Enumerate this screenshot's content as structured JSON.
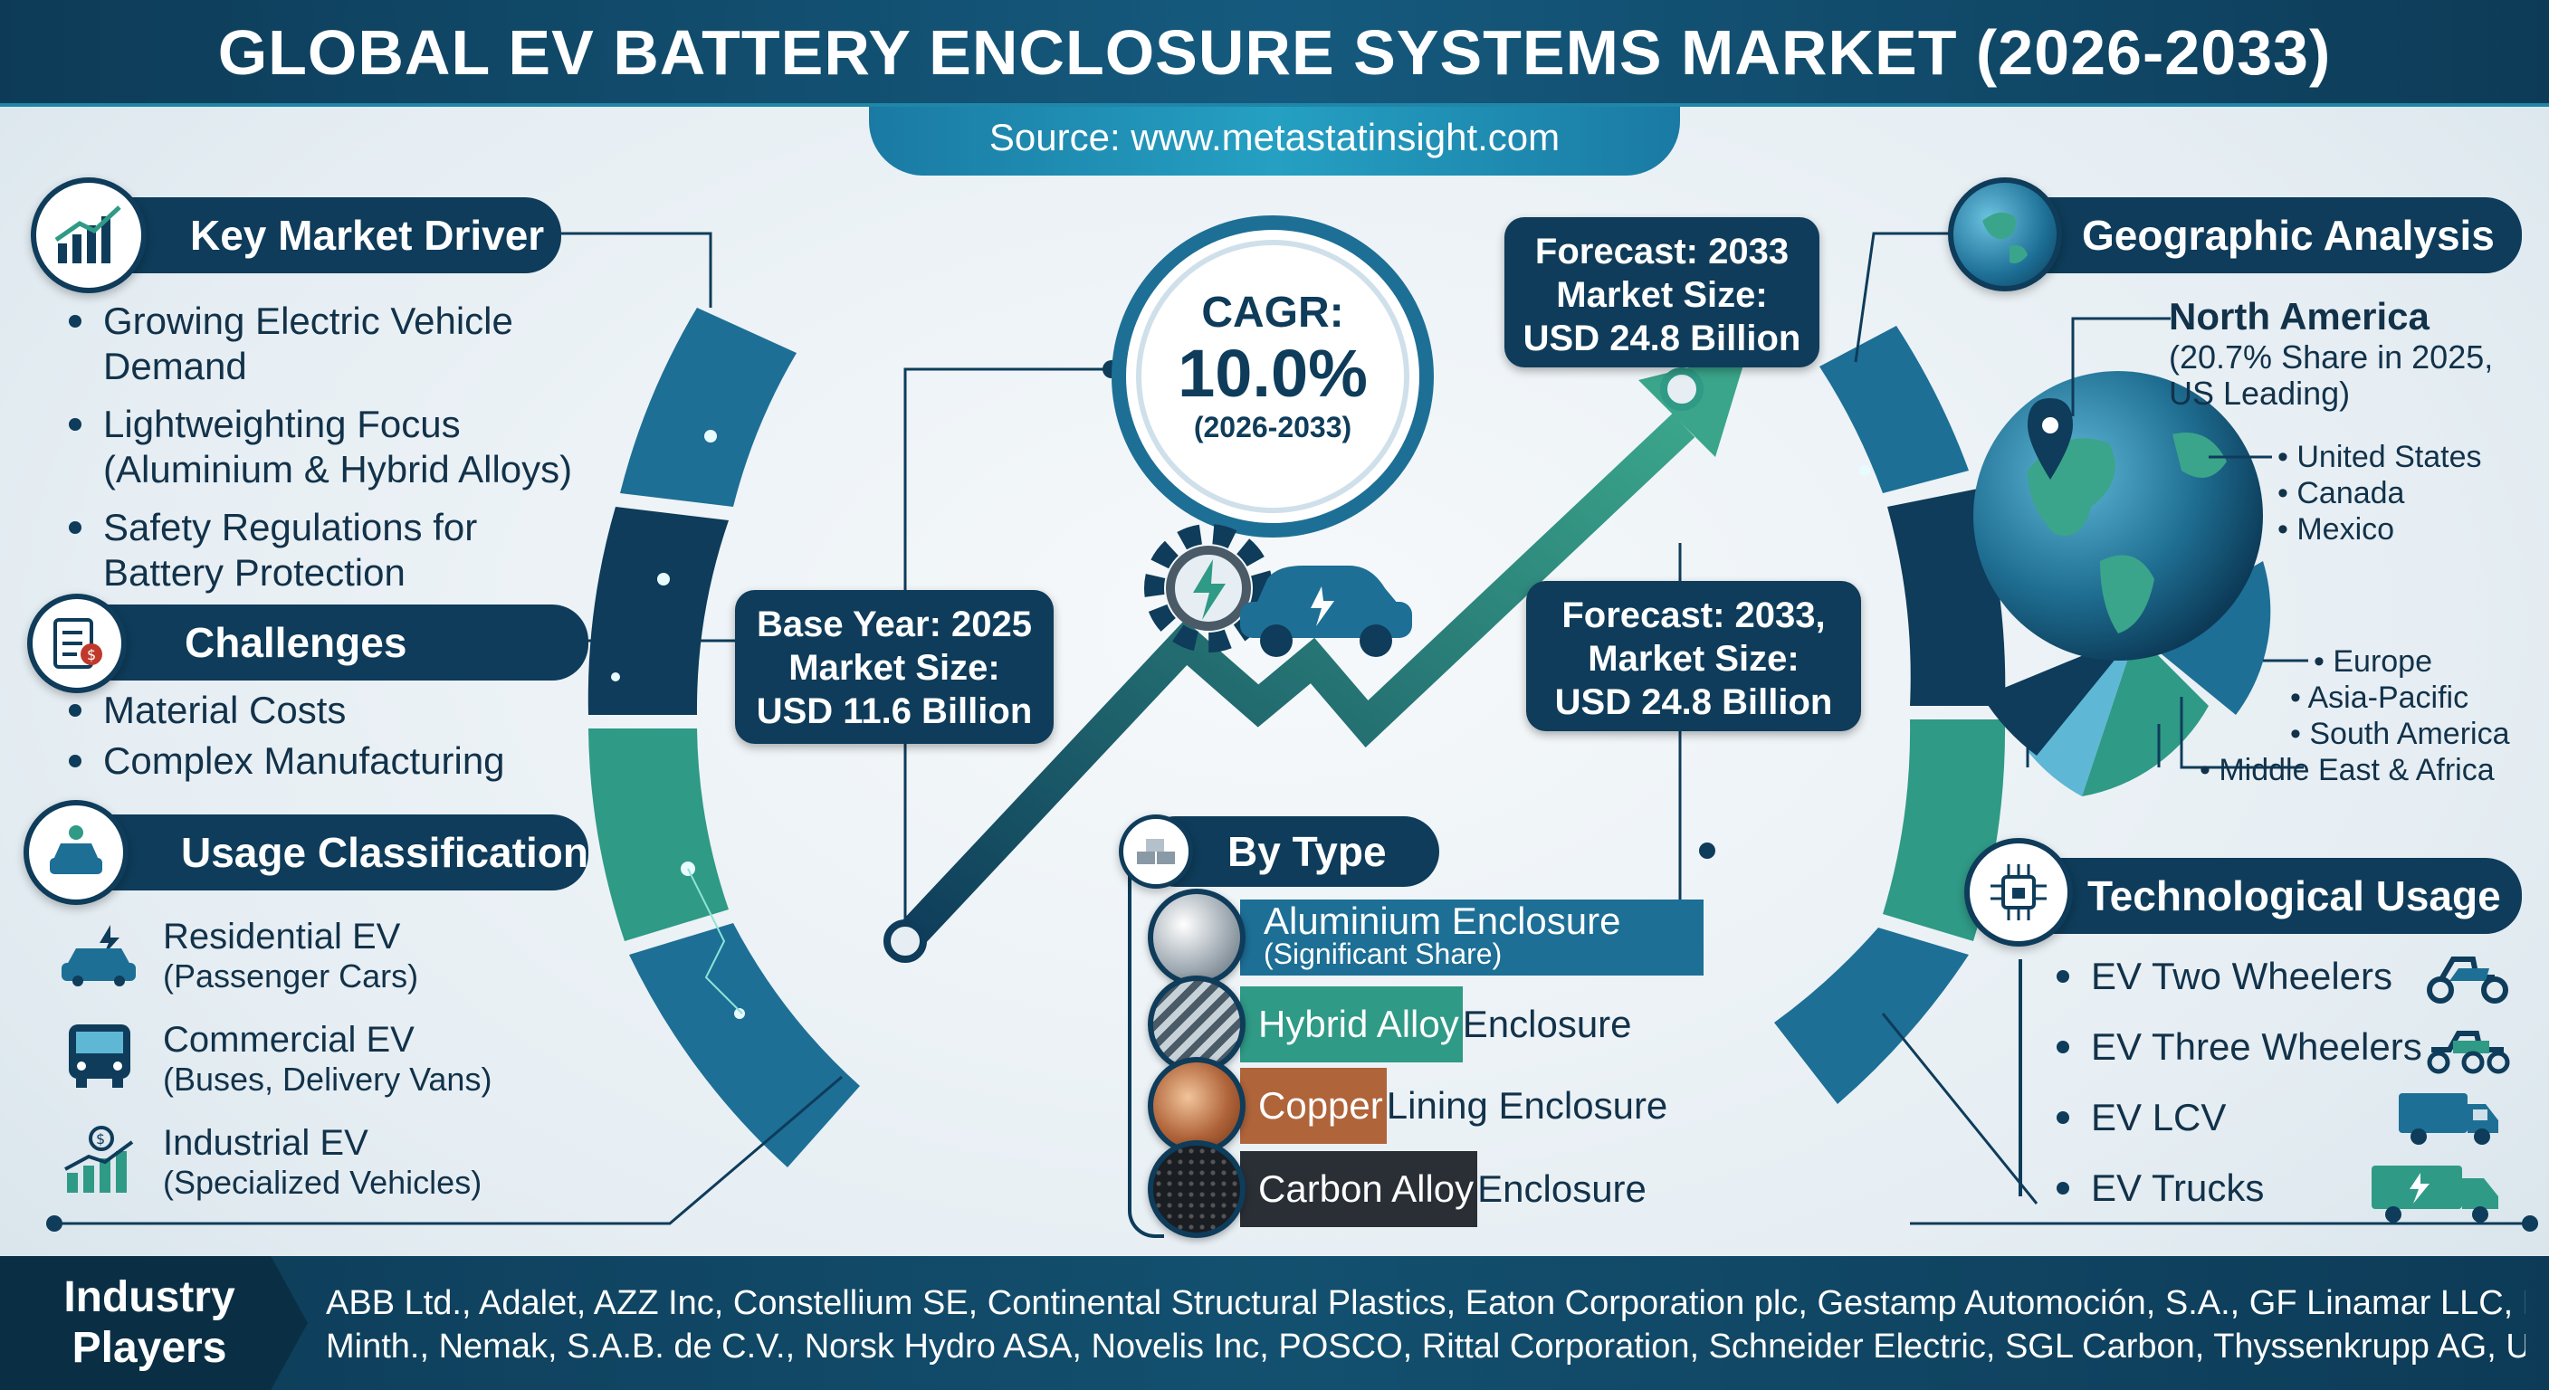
{
  "title": "GLOBAL EV BATTERY ENCLOSURE SYSTEMS MARKET (2026-2033)",
  "source": "Source: www.metastatinsight.com",
  "key_driver": {
    "heading": "Key Market Driver",
    "items": [
      "Growing Electric Vehicle Demand",
      "Lightweighting Focus (Aluminium & Hybrid Alloys)",
      "Safety Regulations for Battery Protection"
    ]
  },
  "challenges": {
    "heading": "Challenges",
    "items": [
      "Material Costs",
      "Complex Manufacturing"
    ]
  },
  "usage": {
    "heading": "Usage Classification",
    "items": [
      {
        "title": "Residential EV",
        "sub": "(Passenger Cars)"
      },
      {
        "title": "Commercial EV",
        "sub": "(Buses, Delivery Vans)"
      },
      {
        "title": "Industrial EV",
        "sub": "(Specialized Vehicles)"
      }
    ]
  },
  "cagr": {
    "label": "CAGR:",
    "value": "10.0%",
    "period": "(2026-2033)"
  },
  "base_year": {
    "line1": "Base Year: 2025",
    "line2": "Market Size:",
    "line3": "USD 11.6 Billion"
  },
  "forecast_top": {
    "line1": "Forecast: 2033",
    "line2": "Market Size:",
    "line3": "USD 24.8 Billion"
  },
  "forecast_mid": {
    "line1": "Forecast: 2033,",
    "line2": "Market Size:",
    "line3": "USD 24.8 Billion"
  },
  "by_type": {
    "heading": "By Type",
    "items": [
      {
        "hl": "Aluminium Enclosure",
        "rest": "",
        "sub": "(Significant Share)",
        "color": "#1d6f96"
      },
      {
        "hl": "Hybrid Alloy",
        "rest": " Enclosure",
        "sub": "",
        "color": "#2f9a86"
      },
      {
        "hl": "Copper",
        "rest": " Lining Enclosure",
        "sub": "",
        "color": "#b0643a"
      },
      {
        "hl": "Carbon Alloy",
        "rest": " Enclosure",
        "sub": "",
        "color": "#2a2f36"
      }
    ]
  },
  "geo": {
    "heading": "Geographic Analysis",
    "na_title": "North America",
    "na_share": "(20.7% Share in 2025,",
    "na_lead": "US Leading)",
    "countries": [
      "United States",
      "Canada",
      "Mexico"
    ],
    "regions": [
      "Europe",
      "Asia-Pacific",
      "South America",
      "Middle East & Africa"
    ]
  },
  "tech": {
    "heading": "Technological Usage",
    "items": [
      "EV Two Wheelers",
      "EV Three Wheelers",
      "EV LCV",
      "EV Trucks"
    ]
  },
  "players": {
    "label_line1": "Industry",
    "label_line2": "Players",
    "line1": "ABB Ltd., Adalet, AZZ Inc, Constellium SE, Continental Structural Plastics, Eaton Corporation plc, Gestamp Automoción, S.A., GF Linamar LLC, Hanwha",
    "line2": "Minth., Nemak, S.A.B. de C.V., Norsk Hydro ASA, Novelis Inc, POSCO, Rittal Corporation, Schneider Electric, SGL Carbon, Thyssenkrupp AG, UACJ Corporation"
  },
  "colors": {
    "navy": "#0e3c5a",
    "teal": "#2f9a86",
    "blue": "#1d6f96"
  }
}
